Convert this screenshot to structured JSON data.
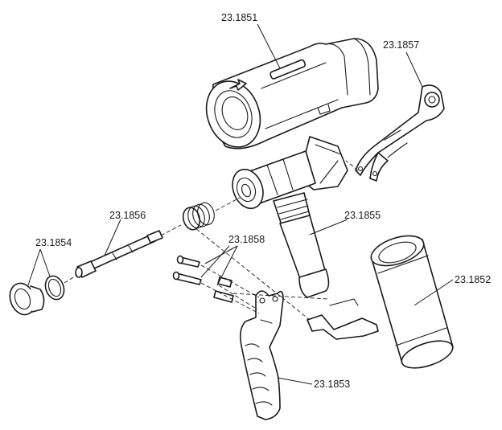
{
  "labels": {
    "p1851": "23.1851",
    "p1852": "23.1852",
    "p1853": "23.1853",
    "p1854": "23.1854",
    "p1855": "23.1855",
    "p1856": "23.1856",
    "p1857": "23.1857",
    "p1858": "23.1858"
  }
}
